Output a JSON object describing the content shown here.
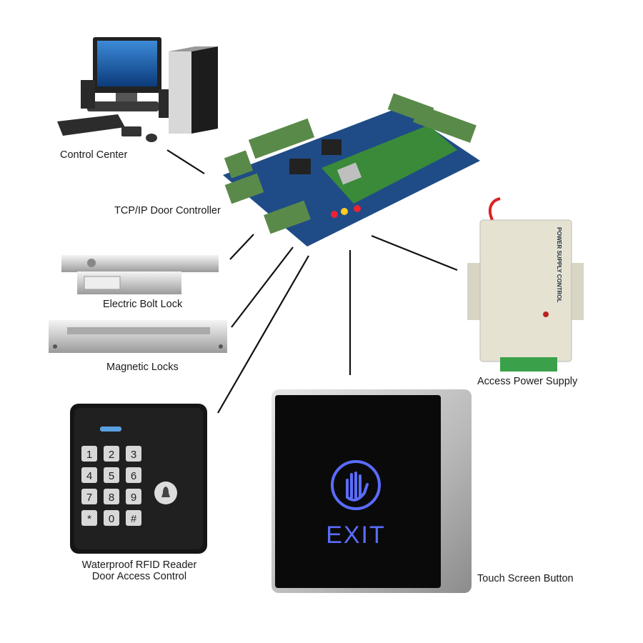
{
  "labels": {
    "control_center": "Control Center",
    "door_controller": "TCP/IP Door Controller",
    "bolt_lock": "Electric Bolt Lock",
    "magnetic_locks": "Magnetic Locks",
    "rfid_line1": "Waterproof RFID Reader",
    "rfid_line2": "Door Access Control",
    "touch_button": "Touch Screen Button",
    "power_supply": "Access Power Supply"
  },
  "exit_button": {
    "text": "EXIT",
    "glow_color": "#5a6cff"
  },
  "keypad": {
    "keys": [
      "1",
      "2",
      "3",
      "4",
      "5",
      "6",
      "7",
      "8",
      "9",
      "*",
      "0",
      "#"
    ]
  },
  "power_supply_device": {
    "title": "POWER SUPPLY CONTROL"
  }
}
